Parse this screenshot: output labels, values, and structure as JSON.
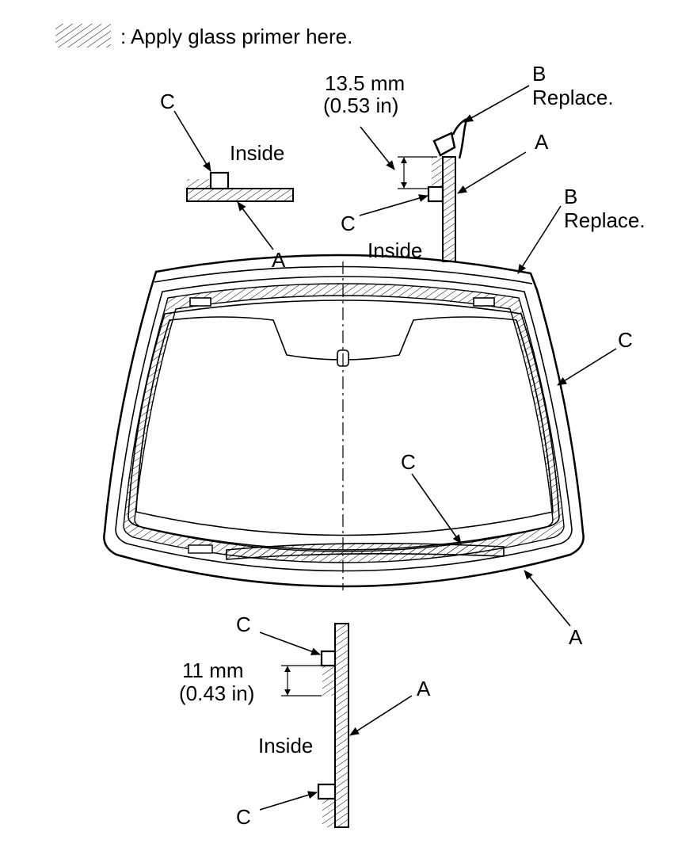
{
  "legend": {
    "text": ": Apply glass primer here."
  },
  "detail_top_left": {
    "label_c": "C",
    "label_inside": "Inside",
    "label_a": "A"
  },
  "detail_top_right": {
    "dim_mm": "13.5 mm",
    "dim_in": "(0.53 in)",
    "label_b": "B",
    "label_b_note": "Replace.",
    "label_a": "A",
    "label_c": "C",
    "label_inside": "Inside"
  },
  "windshield": {
    "label_b": "B",
    "label_b_note": "Replace.",
    "label_c_right": "C",
    "label_c_center": "C",
    "label_a": "A"
  },
  "detail_bottom": {
    "label_c_top": "C",
    "dim_mm": "11 mm",
    "dim_in": "(0.43 in)",
    "label_a": "A",
    "label_inside": "Inside",
    "label_c_bottom": "C"
  }
}
